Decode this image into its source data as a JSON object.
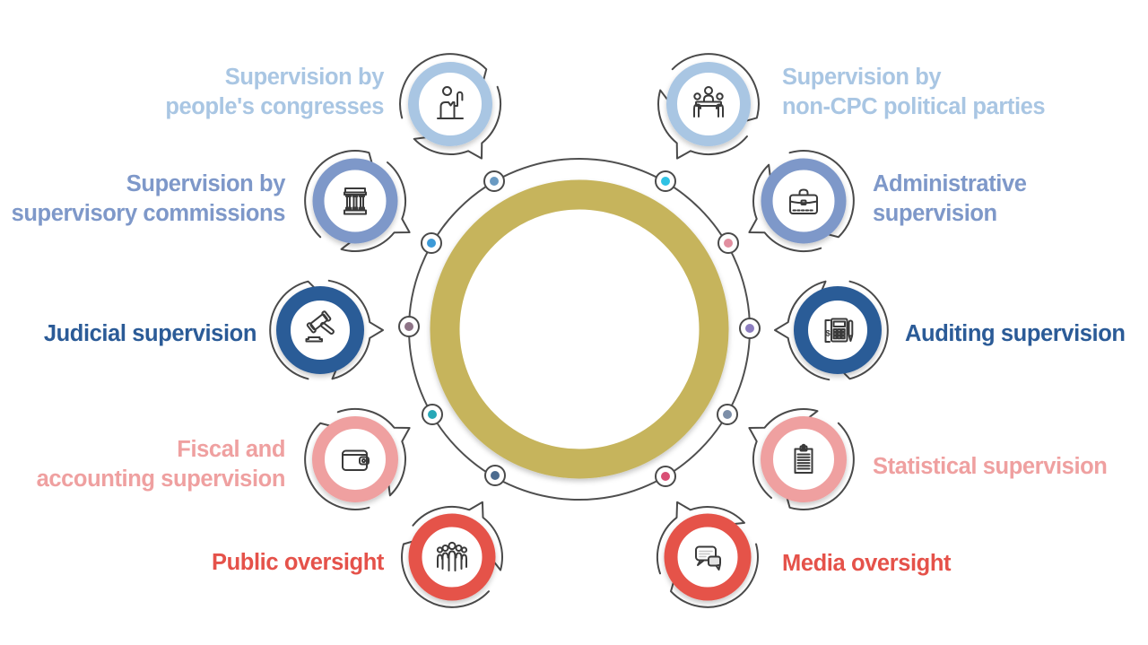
{
  "canvas": {
    "background": "#ffffff",
    "outline_color": "#4a4a4a",
    "icon_stroke": "#3a3a3a"
  },
  "hub": {
    "ring_color": "#c6b45b"
  },
  "glyphs": {
    "dollar": "$"
  },
  "nodes": [
    {
      "label": "Supervision by\npeople's congresses",
      "color": "#a9c6e3",
      "dot_color": "#6a9ac2",
      "icon": "raised-hand-person-icon"
    },
    {
      "label": "Supervision by\nnon-CPC political parties",
      "color": "#a9c6e3",
      "dot_color": "#2fc2e4",
      "icon": "meeting-table-icon"
    },
    {
      "label": "Supervision by\nsupervisory commissions",
      "color": "#7e98c9",
      "dot_color": "#3d9ad7",
      "icon": "government-building-icon"
    },
    {
      "label": "Administrative\nsupervision",
      "color": "#7e98c9",
      "dot_color": "#e28fa0",
      "icon": "briefcase-icon"
    },
    {
      "label": "Judicial supervision",
      "color": "#2b5b97",
      "dot_color": "#8e7487",
      "icon": "gavel-icon"
    },
    {
      "label": "Auditing supervision",
      "color": "#2b5b97",
      "dot_color": "#8d7ec0",
      "icon": "calculator-dollar-pen-icon"
    },
    {
      "label": "Fiscal and\naccounting supervision",
      "color": "#efa0a0",
      "dot_color": "#27a8b7",
      "icon": "wallet-icon"
    },
    {
      "label": "Statistical supervision",
      "color": "#efa0a0",
      "dot_color": "#7c8ea8",
      "icon": "clipboard-icon"
    },
    {
      "label": "Public oversight",
      "color": "#e5524a",
      "dot_color": "#4b6b8f",
      "icon": "crowd-icon"
    },
    {
      "label": "Media oversight",
      "color": "#e5524a",
      "dot_color": "#d94f75",
      "icon": "chat-bubbles-icon"
    }
  ]
}
